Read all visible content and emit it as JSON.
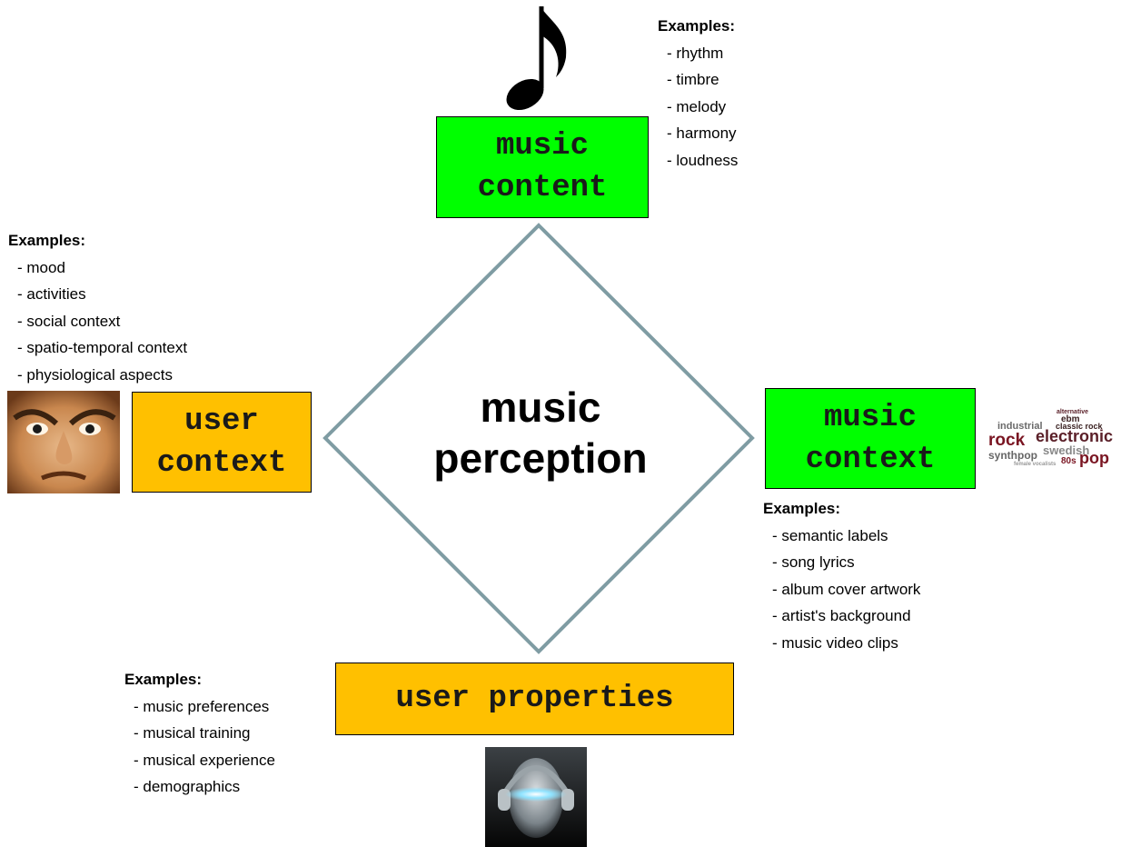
{
  "center": {
    "label": "music\nperception"
  },
  "boxes": {
    "music_content": "music\ncontent",
    "user_context": "user\ncontext",
    "music_context": "music\ncontext",
    "user_properties": "user properties"
  },
  "examples": {
    "music_content": {
      "title": "Examples:",
      "items": [
        "- rhythm",
        "- timbre",
        "- melody",
        "- harmony",
        "- loudness"
      ]
    },
    "user_context": {
      "title": "Examples:",
      "items": [
        "- mood",
        "- activities",
        "- social context",
        "- spatio-temporal context",
        "- physiological aspects"
      ]
    },
    "music_context": {
      "title": "Examples:",
      "items": [
        "- semantic labels",
        "- song lyrics",
        "- album cover artwork",
        "- artist's background",
        "- music video clips"
      ]
    },
    "user_properties": {
      "title": "Examples:",
      "items": [
        "- music preferences",
        "- musical training",
        "- musical experience",
        "- demographics"
      ]
    }
  },
  "tag_cloud": [
    "alternative",
    "ebm",
    "industrial",
    "classic rock",
    "rock",
    "electronic",
    "synthpop",
    "swedish",
    "80s",
    "pop",
    "female vocalists"
  ],
  "colors": {
    "diamond_stroke": "#7f9ca3",
    "content_box": "#00ff00",
    "context_box": "#00ff00",
    "user_box": "#ffc000"
  },
  "icons": {
    "music_content": "eighth-note-icon",
    "user_context": "angry-face-photo",
    "music_context": "tag-cloud-image",
    "user_properties": "headphones-head-image"
  }
}
